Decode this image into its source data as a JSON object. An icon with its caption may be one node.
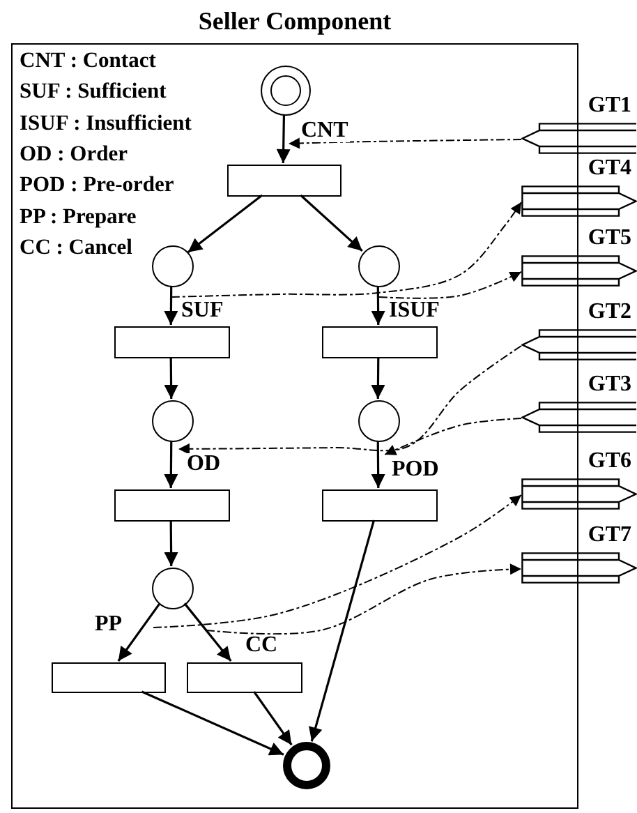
{
  "diagram": {
    "nodes": [
      {
        "text": [
          "Seller Component"
        ]
      },
      {
        "text": [],
        "shape": "circle",
        "in": 0
      },
      {
        "text": [],
        "shape": "box",
        "in": 0
      },
      {
        "text": [],
        "shape": "circle",
        "in": 0
      },
      {
        "text": [],
        "shape": "circle",
        "in": 0
      },
      {
        "text": [],
        "shape": "box",
        "in": 0
      },
      {
        "text": [],
        "shape": "box",
        "in": 0
      },
      {
        "text": [],
        "shape": "circle",
        "in": 0
      },
      {
        "text": [],
        "shape": "circle",
        "in": 0
      },
      {
        "text": [],
        "shape": "box",
        "in": 0
      },
      {
        "text": [],
        "shape": "box",
        "in": 0
      },
      {
        "text": [],
        "shape": "circle",
        "in": 0
      },
      {
        "text": [],
        "shape": "box",
        "in": 0
      },
      {
        "text": [],
        "shape": "box",
        "in": 0
      },
      {
        "text": [],
        "shape": "circle",
        "in": 0
      },
      {
        "text": [
          "GT1"
        ]
      },
      {
        "text": [
          "GT4"
        ]
      },
      {
        "text": [
          "GT5"
        ]
      },
      {
        "text": [
          "GT2"
        ]
      },
      {
        "text": [
          "GT3"
        ]
      },
      {
        "text": [
          "GT6"
        ]
      },
      {
        "text": [
          "GT7"
        ]
      }
    ],
    "edges": [
      {
        "from": 1,
        "to": 2,
        "arrow": "to",
        "label": "CNT"
      },
      {
        "from": 2,
        "to": 3,
        "arrow": "to"
      },
      {
        "from": 2,
        "to": 4,
        "arrow": "to"
      },
      {
        "from": 3,
        "to": 5,
        "arrow": "to",
        "label": "SUF"
      },
      {
        "from": 4,
        "to": 6,
        "arrow": "to",
        "label": "ISUF"
      },
      {
        "from": 5,
        "to": 7,
        "arrow": "to"
      },
      {
        "from": 6,
        "to": 8,
        "arrow": "to"
      },
      {
        "from": 7,
        "to": 9,
        "arrow": "to",
        "label": "OD"
      },
      {
        "from": 8,
        "to": 10,
        "arrow": "to",
        "label": "POD"
      },
      {
        "from": 9,
        "to": 11,
        "arrow": "to"
      },
      {
        "from": 11,
        "to": 12,
        "arrow": "to",
        "label": "PP"
      },
      {
        "from": 11,
        "to": 13,
        "arrow": "to",
        "label": "CC"
      },
      {
        "from": 10,
        "to": 14,
        "arrow": "to"
      },
      {
        "from": 12,
        "to": 14,
        "arrow": "to"
      },
      {
        "from": 13,
        "to": 14,
        "arrow": "to"
      },
      {
        "from": 15,
        "to": 2,
        "arrow": "to",
        "style": "dashed"
      },
      {
        "from": 3,
        "to": 16,
        "arrow": "to",
        "style": "dashed"
      },
      {
        "from": 4,
        "to": 17,
        "arrow": "to",
        "style": "dashed"
      },
      {
        "from": 18,
        "to": 7,
        "arrow": "to",
        "style": "dashed"
      },
      {
        "from": 19,
        "to": 8,
        "arrow": "to",
        "style": "dashed"
      },
      {
        "from": null,
        "to": 20,
        "arrow": "to",
        "style": "dashed"
      },
      {
        "from": null,
        "to": 21,
        "arrow": "to",
        "style": "dashed"
      }
    ],
    "labels": [
      "CNT : Contact",
      "SUF : Sufficient",
      "ISUF : Insufficient",
      "OD : Order",
      "POD : Pre-order",
      "PP : Prepare",
      "CC : Cancel"
    ]
  }
}
